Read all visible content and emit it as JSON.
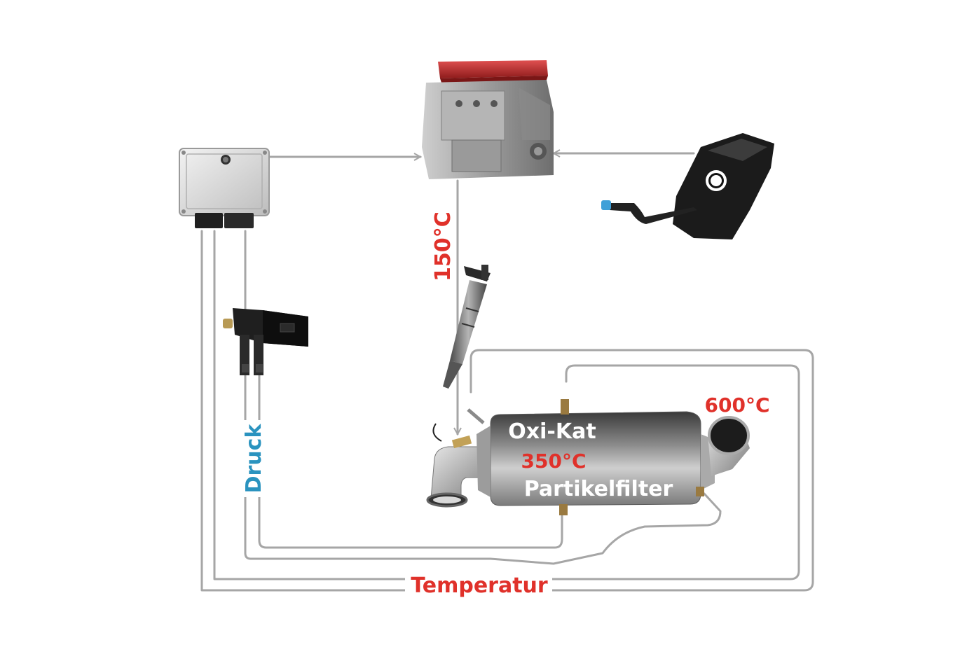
{
  "labels": {
    "temp_engine": "150°C",
    "temp_dpf_in": "350°C",
    "temp_dpf_out": "600°C",
    "oxi_kat": "Oxi-Kat",
    "partikelfilter": "Partikelfilter",
    "druck": "Druck",
    "temperatur": "Temperatur"
  },
  "colors": {
    "line": "#a6a6a6",
    "temperature_red": "#e0312a",
    "pressure_blue": "#2a93bf",
    "white_text": "#ffffff"
  },
  "icons": {
    "ecu": "control-unit-icon",
    "engine": "engine-block-icon",
    "tank": "fuel-tank-icon",
    "injector": "injector-icon",
    "pressure_sensor": "differential-pressure-sensor-icon",
    "dpf": "particulate-filter-icon"
  }
}
